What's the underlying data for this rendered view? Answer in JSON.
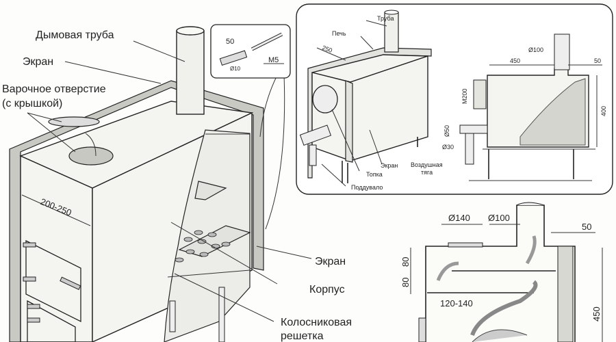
{
  "main_view": {
    "labels": {
      "chimney": "Дымовая труба",
      "screen_top": "Экран",
      "cooking_hole_1": "Варочное отверстие",
      "cooking_hole_2": "(с крышкой)",
      "width_dim": "200-250",
      "screen_side": "Экран",
      "body": "Корпус",
      "grate_1": "Колосниковая",
      "grate_2": "решетка"
    },
    "detail_inset": {
      "length": "50",
      "diameter": "Ø10",
      "thread": "M5"
    }
  },
  "inset_view": {
    "labels": {
      "pipe": "Труба",
      "stove": "Печь",
      "depth": "250",
      "firebox": "Топка",
      "screen": "Экран",
      "ash_pit": "Поддувало",
      "air_draft_1": "Воздушная",
      "air_draft_2": "тяга"
    },
    "dims": {
      "pipe_d": "Ø100",
      "length": "450",
      "gap": "50",
      "door": "M200",
      "height": "400",
      "air_d1": "Ø50",
      "air_d2": "Ø30"
    }
  },
  "section_view": {
    "dims": {
      "hole_d": "Ø140",
      "pipe_d": "Ø100",
      "gap": "50",
      "h1": "80",
      "h2": "80",
      "fire": "120-140",
      "height": "450"
    }
  }
}
